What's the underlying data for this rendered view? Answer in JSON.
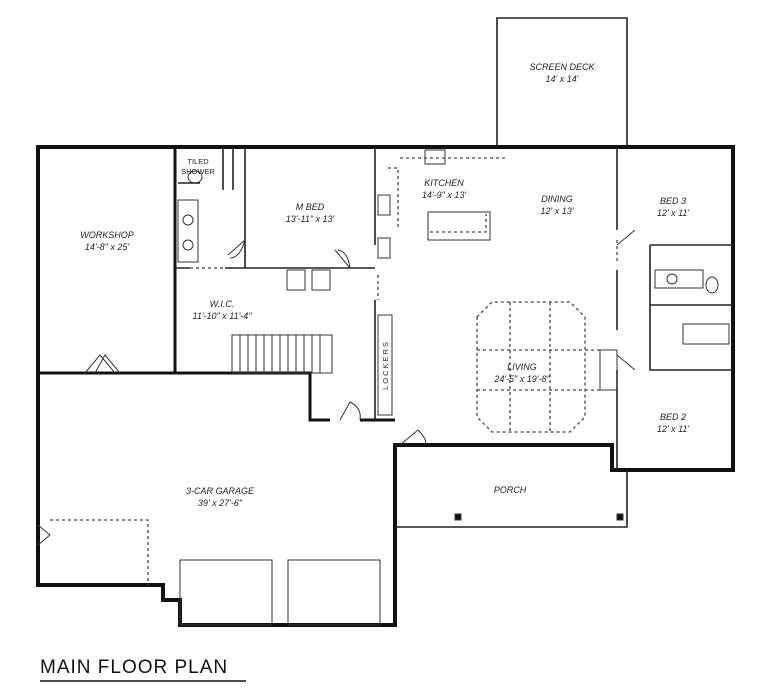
{
  "title": "MAIN FLOOR PLAN",
  "rooms": {
    "screen_deck": {
      "name": "SCREEN DECK",
      "size": "14' x 14'"
    },
    "workshop": {
      "name": "WORKSHOP",
      "size": "14'-8\" x 25'"
    },
    "tiled_shower": {
      "name_1": "TILED",
      "name_2": "SHOWER"
    },
    "m_bed": {
      "name": "M BED",
      "size": "13'-11\" x 13'"
    },
    "wic": {
      "name": "W.I.C.",
      "size": "11'-10\" x 11'-4\""
    },
    "kitchen": {
      "name": "KITCHEN",
      "size": "14'-9\" x 13'"
    },
    "dining": {
      "name": "DINING",
      "size": "12' x 13'"
    },
    "living": {
      "name": "LIVING",
      "size": "24'-5\" x 19'-8\""
    },
    "bed3": {
      "name": "BED 3",
      "size": "12' x 11'"
    },
    "bed2": {
      "name": "BED 2",
      "size": "12' x 11'"
    },
    "porch": {
      "name": "PORCH"
    },
    "garage": {
      "name": "3-CAR GARAGE",
      "size": "39' x 27'-6\""
    },
    "lockers": {
      "name": "LOCKERS"
    }
  }
}
